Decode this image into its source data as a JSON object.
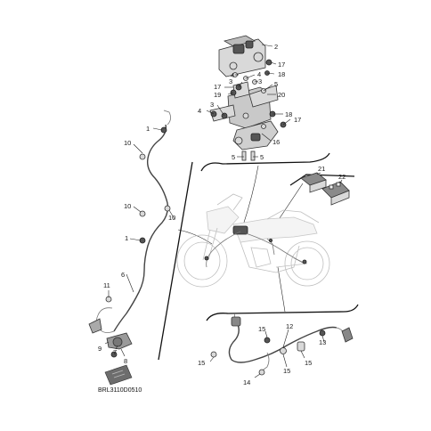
{
  "diagram_code": "BRL3110D0510",
  "callouts": [
    {
      "id": "c2a",
      "text": "2"
    },
    {
      "id": "c17a",
      "text": "17"
    },
    {
      "id": "c4a",
      "text": "4"
    },
    {
      "id": "c4b",
      "text": "4"
    },
    {
      "id": "c18a",
      "text": "18"
    },
    {
      "id": "c3a",
      "text": "3"
    },
    {
      "id": "c3b",
      "text": "3"
    },
    {
      "id": "c17b",
      "text": "17"
    },
    {
      "id": "c5a",
      "text": "5"
    },
    {
      "id": "c19a",
      "text": "19"
    },
    {
      "id": "c20a",
      "text": "20"
    },
    {
      "id": "c4c",
      "text": "4"
    },
    {
      "id": "c3c",
      "text": "3"
    },
    {
      "id": "c18b",
      "text": "18"
    },
    {
      "id": "c17c",
      "text": "17"
    },
    {
      "id": "c16a",
      "text": "16"
    },
    {
      "id": "c5b",
      "text": "5"
    },
    {
      "id": "c5c",
      "text": "5"
    },
    {
      "id": "c1a",
      "text": "1"
    },
    {
      "id": "c10a",
      "text": "10"
    },
    {
      "id": "c21a",
      "text": "21"
    },
    {
      "id": "c22a",
      "text": "22"
    },
    {
      "id": "c10b",
      "text": "10"
    },
    {
      "id": "c10c",
      "text": "10"
    },
    {
      "id": "c1b",
      "text": "1"
    },
    {
      "id": "c6a",
      "text": "6"
    },
    {
      "id": "c11a",
      "text": "11"
    },
    {
      "id": "c9a",
      "text": "9"
    },
    {
      "id": "c7a",
      "text": "7"
    },
    {
      "id": "c8a",
      "text": "8"
    },
    {
      "id": "c15a",
      "text": "15"
    },
    {
      "id": "c12a",
      "text": "12"
    },
    {
      "id": "c13a",
      "text": "13"
    },
    {
      "id": "c15b",
      "text": "15"
    },
    {
      "id": "c15c",
      "text": "15"
    },
    {
      "id": "c15d",
      "text": "15"
    },
    {
      "id": "c14a",
      "text": "14"
    }
  ]
}
